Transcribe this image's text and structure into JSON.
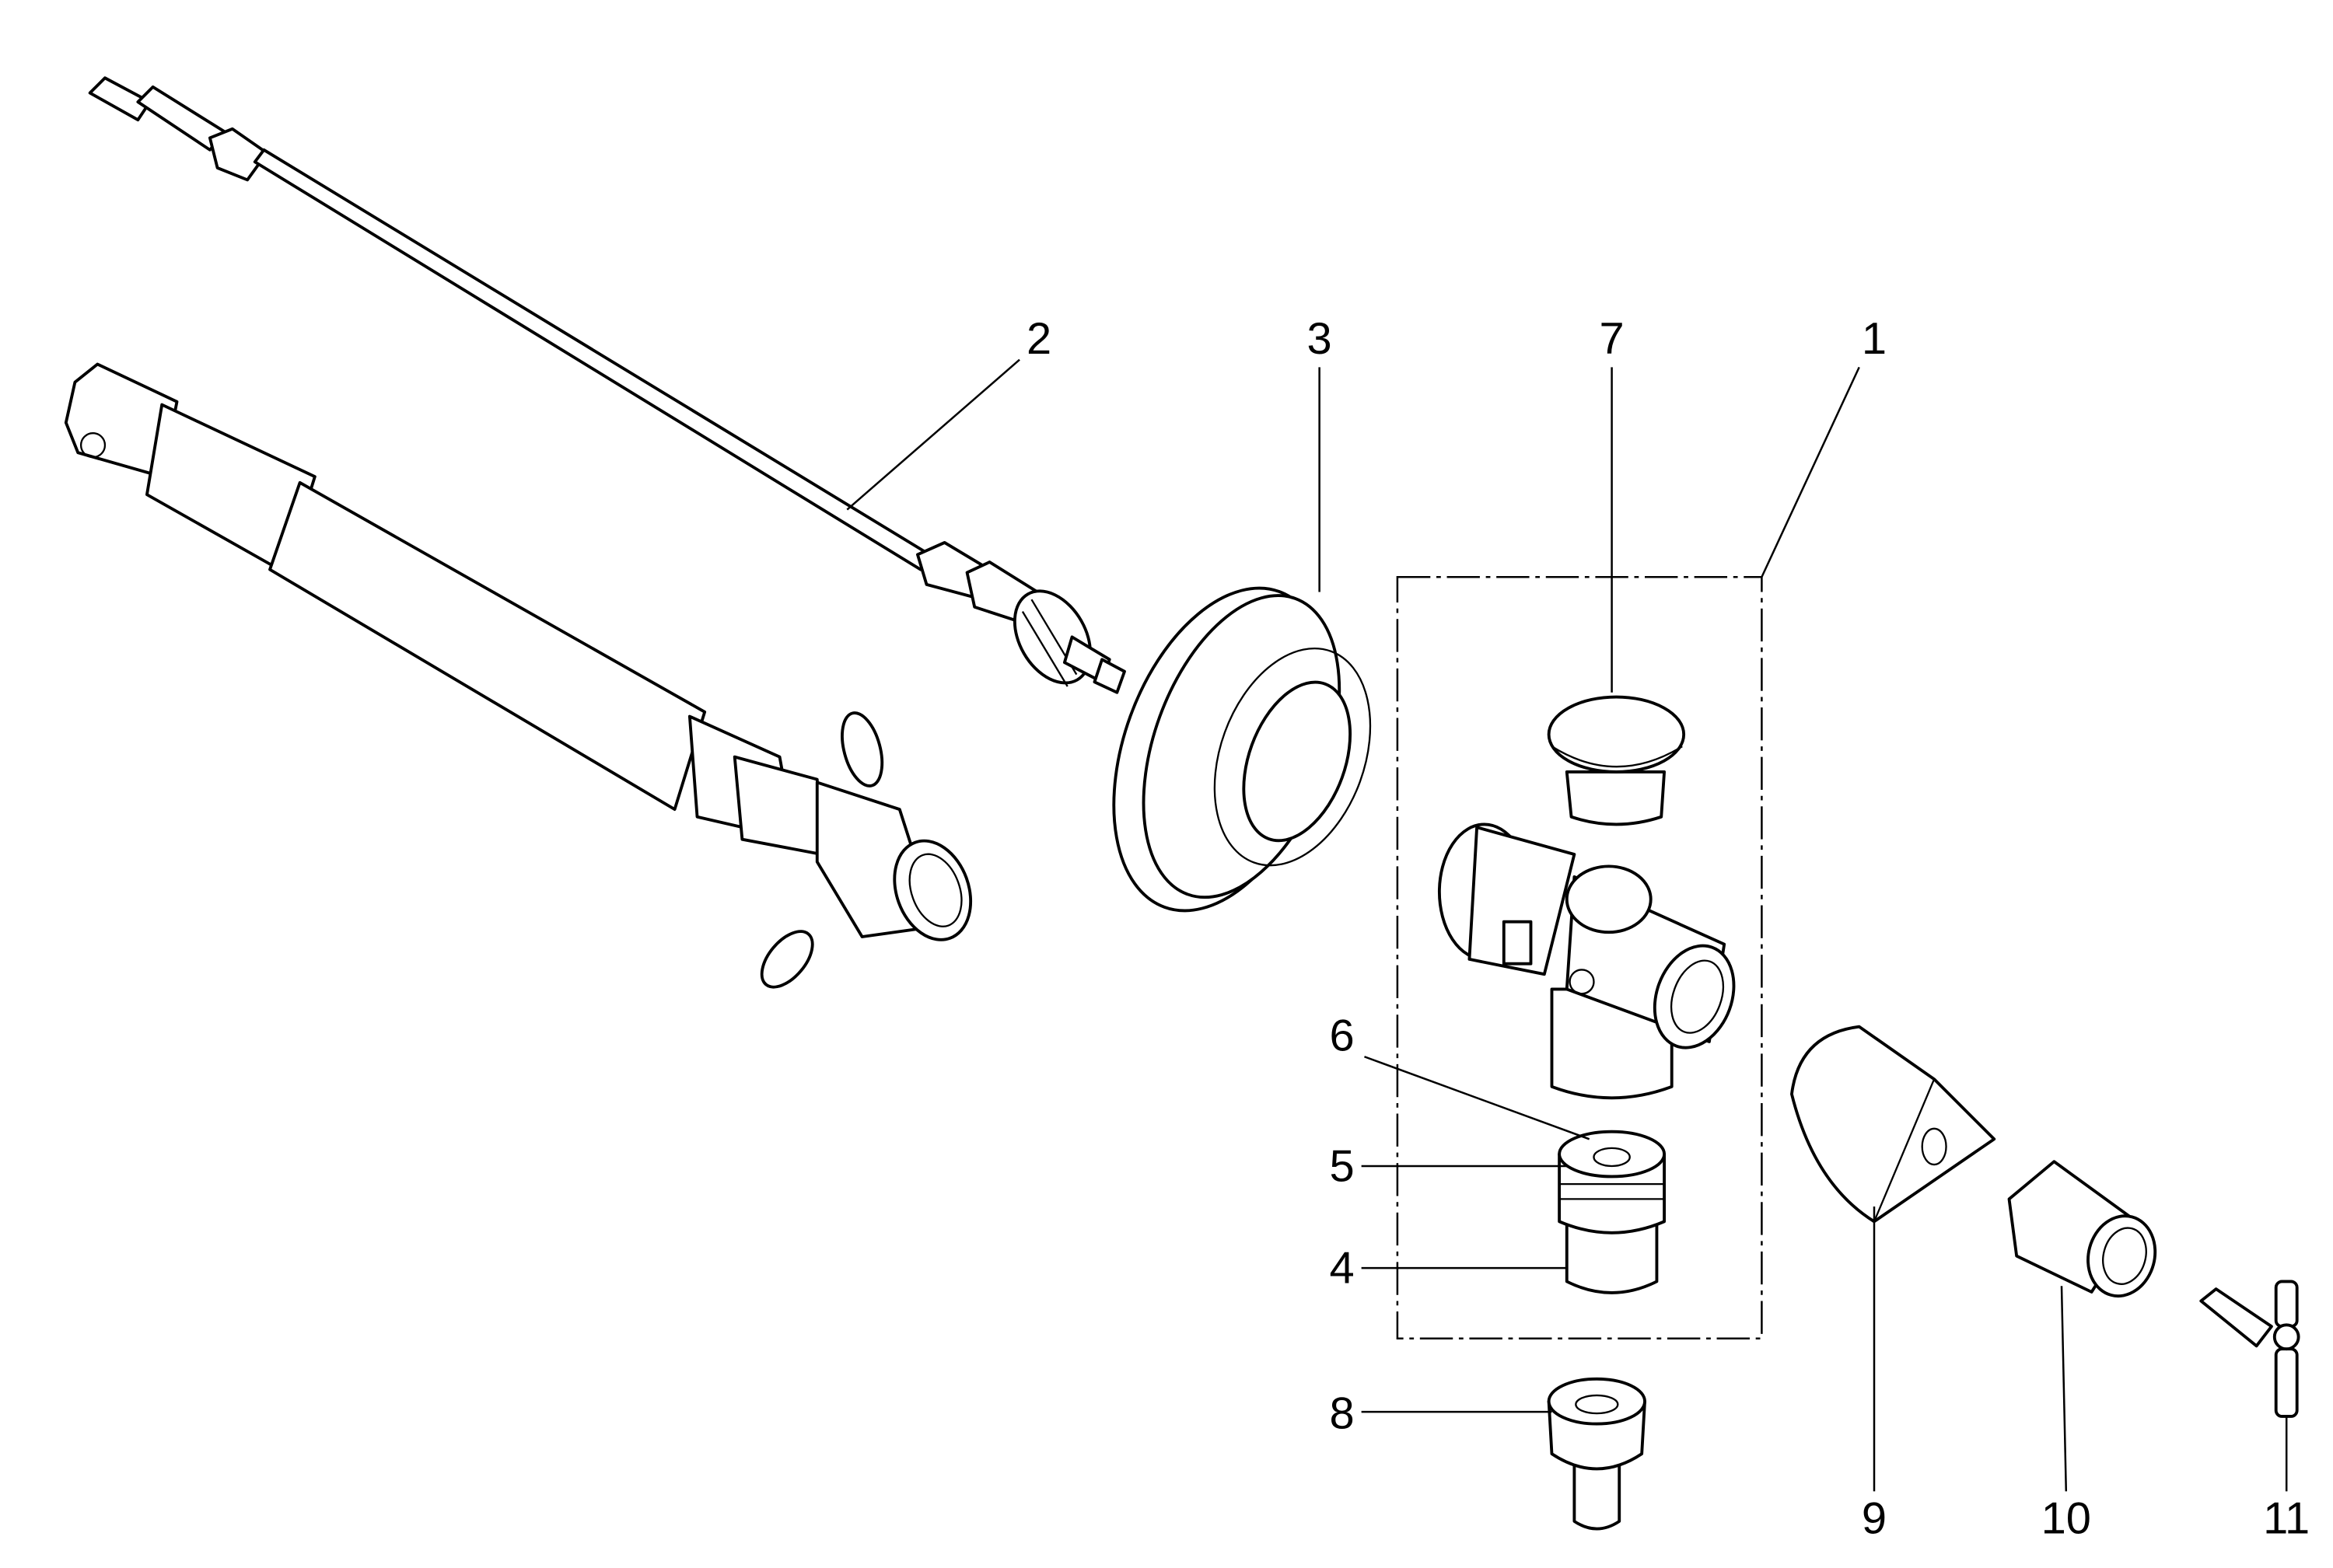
{
  "diagram": {
    "type": "exploded parts diagram",
    "callouts": [
      {
        "id": "1",
        "label": "1"
      },
      {
        "id": "2",
        "label": "2"
      },
      {
        "id": "3",
        "label": "3"
      },
      {
        "id": "4",
        "label": "4"
      },
      {
        "id": "5",
        "label": "5"
      },
      {
        "id": "6",
        "label": "6"
      },
      {
        "id": "7",
        "label": "7"
      },
      {
        "id": "8",
        "label": "8"
      },
      {
        "id": "9",
        "label": "9"
      },
      {
        "id": "10",
        "label": "10"
      },
      {
        "id": "11",
        "label": "11"
      }
    ],
    "colors": {
      "line": "#000000",
      "background": "#ffffff"
    }
  }
}
